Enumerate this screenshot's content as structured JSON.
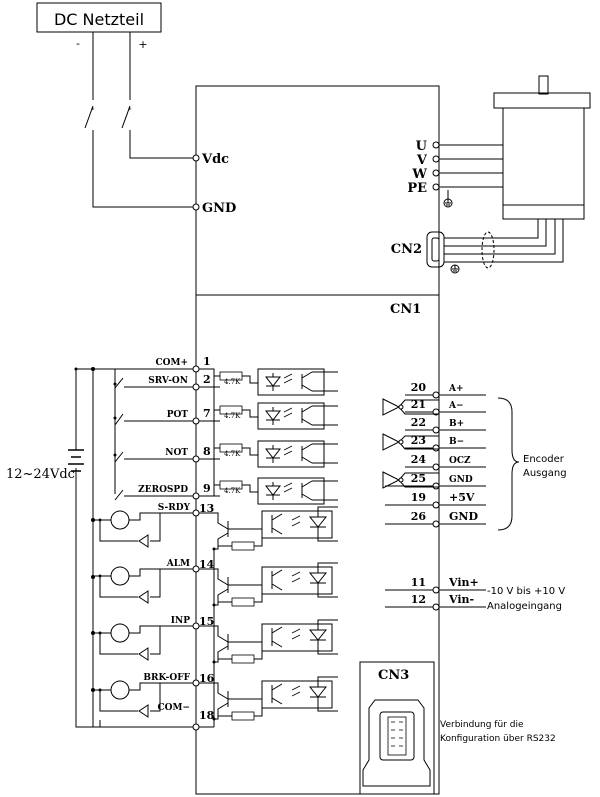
{
  "power_supply": {
    "label": "DC Netzteil",
    "minus": "-",
    "plus": "+"
  },
  "power_inputs": [
    {
      "label": "Vdc"
    },
    {
      "label": "GND"
    }
  ],
  "motor_outputs": [
    {
      "label": "U"
    },
    {
      "label": "V"
    },
    {
      "label": "W"
    },
    {
      "label": "PE"
    }
  ],
  "connectors": {
    "cn1": "CN1",
    "cn2": "CN2",
    "cn3": "CN3"
  },
  "supply_voltage": "12~24Vdc",
  "inputs": [
    {
      "pin": "1",
      "name": "COM+",
      "res": ""
    },
    {
      "pin": "2",
      "name": "SRV-ON",
      "res": "4.7K"
    },
    {
      "pin": "7",
      "name": "POT",
      "res": "4.7K"
    },
    {
      "pin": "8",
      "name": "NOT",
      "res": "4.7K"
    },
    {
      "pin": "9",
      "name": "ZEROSPD",
      "res": "4.7K"
    }
  ],
  "outputs": [
    {
      "pin": "13",
      "name": "S-RDY"
    },
    {
      "pin": "14",
      "name": "ALM"
    },
    {
      "pin": "15",
      "name": "INP"
    },
    {
      "pin": "16",
      "name": "BRK-OFF"
    },
    {
      "pin": "18",
      "name": "COM−"
    }
  ],
  "encoder_pins": [
    {
      "pin": "20",
      "name": "A+"
    },
    {
      "pin": "21",
      "name": "A−"
    },
    {
      "pin": "22",
      "name": "B+"
    },
    {
      "pin": "23",
      "name": "B−"
    },
    {
      "pin": "24",
      "name": "OCZ"
    },
    {
      "pin": "25",
      "name": "GND"
    },
    {
      "pin": "19",
      "name": "+5V"
    },
    {
      "pin": "26",
      "name": "GND"
    }
  ],
  "encoder_label": {
    "line1": "Encoder",
    "line2": "Ausgang"
  },
  "analog_pins": [
    {
      "pin": "11",
      "name": "Vin+"
    },
    {
      "pin": "12",
      "name": "Vin-"
    }
  ],
  "analog_label": {
    "line1": "-10 V bis +10 V",
    "line2": "Analogeingang"
  },
  "rs232_label": {
    "line1": "Verbindung für die",
    "line2": "Konfiguration über RS232"
  }
}
